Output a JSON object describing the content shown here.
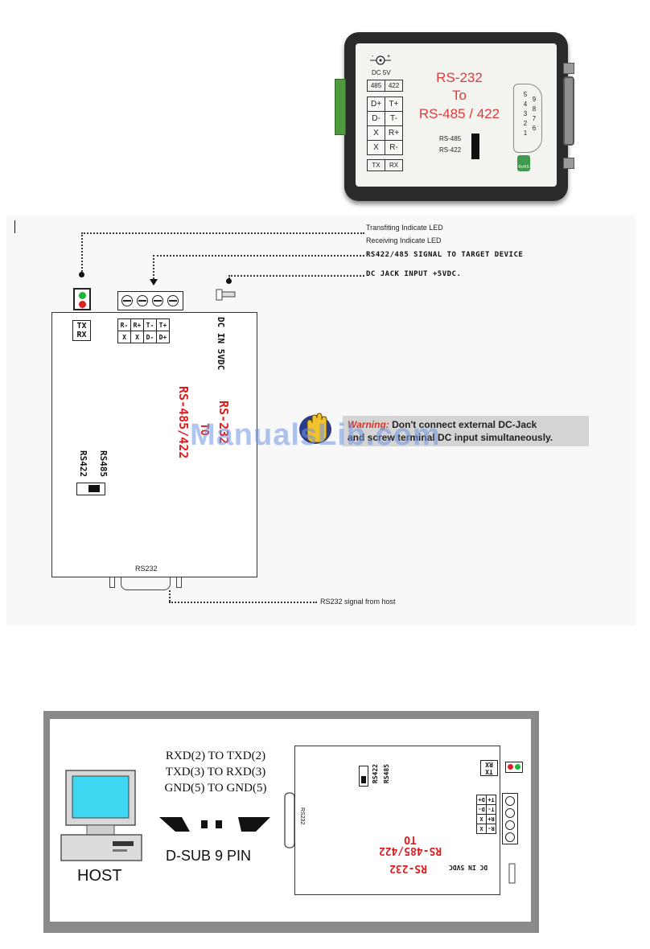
{
  "photo": {
    "power_label": "DC 5V",
    "mode_table": [
      [
        "485",
        "422"
      ]
    ],
    "pin_table": [
      [
        "D+",
        "T+"
      ],
      [
        "D-",
        "T-"
      ],
      [
        "X",
        "R+"
      ],
      [
        "X",
        "R-"
      ]
    ],
    "led_table": [
      [
        "TX",
        "RX"
      ]
    ],
    "title_line1": "RS-232",
    "title_line2": "To",
    "title_line3": "RS-485 / 422",
    "switch_top": "RS-485",
    "switch_bottom": "RS-422",
    "db9_pins_left": [
      "5",
      "4",
      "3",
      "2",
      "1"
    ],
    "db9_pins_right": [
      "9",
      "8",
      "7",
      "6"
    ],
    "rohs": "RoHS"
  },
  "top_diagram": {
    "callouts": {
      "tx_led": "Transfiting Indicate LED",
      "rx_led": "Receiving Indicate LED",
      "signal": "RS422/485 SIGNAL TO TARGET DEVICE",
      "dc_jack": "DC JACK INPUT +5VDC.",
      "host": "RS232 signal from host"
    },
    "txrx": [
      "TX",
      "RX"
    ],
    "terminal_grid": [
      [
        "R-",
        "R+",
        "T-",
        "T+"
      ],
      [
        "X",
        "X",
        "D-",
        "D+"
      ]
    ],
    "dc_in": "DC IN 5VDC",
    "title_a": "RS-232",
    "title_b": "TO",
    "title_c": "RS-485/422",
    "switch_rs485": "RS485",
    "switch_rs422": "RS422",
    "rs232_label": "RS232",
    "warning_word": "Warning:",
    "warning_line1": " Don't connect external DC-Jack",
    "warning_line2": "and screw terminal DC input simultaneously.",
    "watermark": "ManualsLib.com"
  },
  "bottom_diagram": {
    "connections": [
      "RXD(2) TO TXD(2)",
      "TXD(3) TO RXD(3)",
      "GND(5) TO GND(5)"
    ],
    "dsub_label": "D-SUB 9 PIN",
    "host_label": "HOST",
    "txrx": [
      "TX",
      "RX"
    ],
    "switch_rs422": "RS422",
    "switch_rs485": "RS485",
    "rs232_label": "RS232",
    "terminal_grid": [
      [
        "R-",
        "X"
      ],
      [
        "R+",
        "X"
      ],
      [
        "T-",
        "D-"
      ],
      [
        "T+",
        "D+"
      ]
    ],
    "title_a": "RS-232",
    "title_b": "TO",
    "title_c": "RS-485/422",
    "dc_in": "DC IN 5VDC"
  },
  "colors": {
    "red_text": "#e01b1b",
    "led_green": "#22b33a",
    "led_red": "#e02020",
    "warning_bg": "#d4d4d4",
    "screen_cyan": "#3fd6f2"
  }
}
